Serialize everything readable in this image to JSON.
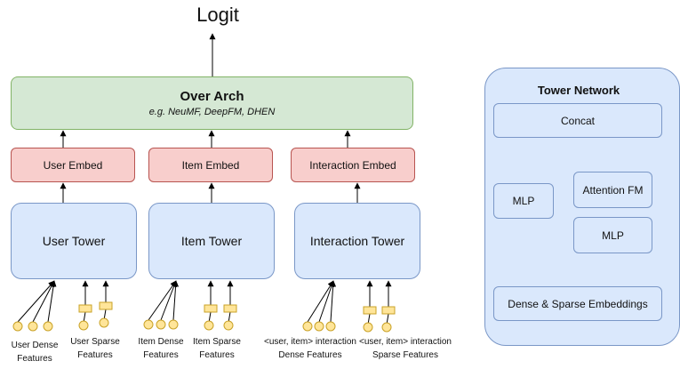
{
  "logit": "Logit",
  "over_arch": {
    "title": "Over Arch",
    "subtitle": "e.g. NeuMF, DeepFM, DHEN"
  },
  "embeds": {
    "user": "User Embed",
    "item": "Item Embed",
    "interaction": "Interaction Embed"
  },
  "towers": {
    "user": "User Tower",
    "item": "Item Tower",
    "interaction": "Interaction Tower"
  },
  "features": {
    "user_dense": [
      "User Dense",
      "Features"
    ],
    "user_sparse": [
      "User Sparse",
      "Features"
    ],
    "item_dense": [
      "Item Dense",
      "Features"
    ],
    "item_sparse": [
      "Item Sparse",
      "Features"
    ],
    "inter_dense": [
      "<user, item> interaction",
      "Dense Features"
    ],
    "inter_sparse": [
      "<user, item> interaction",
      "Sparse Features"
    ]
  },
  "tower_network": {
    "title": "Tower Network",
    "concat": "Concat",
    "mlp_left": "MLP",
    "attention_fm": "Attention FM",
    "mlp_right": "MLP",
    "embeddings": "Dense & Sparse Embeddings"
  },
  "colors": {
    "tower_fill": "#dae8fc",
    "embed_fill": "#f8cecc",
    "over_arch_fill": "#d5e8d4",
    "dense_feature_fill": "#ffe599",
    "sparse_feature_fill": "#ffe599"
  }
}
